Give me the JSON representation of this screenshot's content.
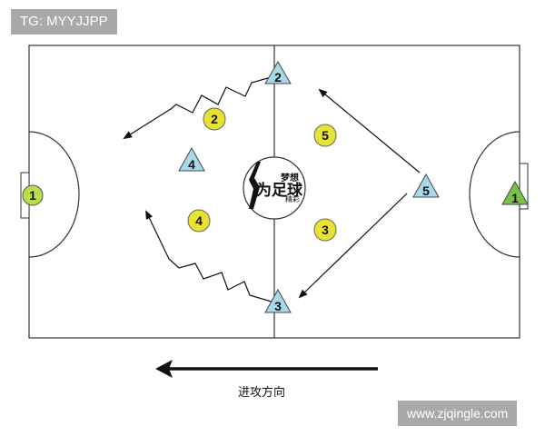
{
  "watermark_top": "TG: MYYJJPP",
  "watermark_bottom": "www.zjqingle.com",
  "direction_label": "进攻方向",
  "logo": {
    "line1": "为足球",
    "line2": "梦想",
    "line3": "精彩"
  },
  "colors": {
    "field_line": "#333333",
    "circle_fill": "#e8e233",
    "triangle_fill": "#a9d9e6",
    "home_keeper_fill": "#b9e04a",
    "away_keeper_fill": "#7cc142"
  },
  "circle_players": [
    "1",
    "2",
    "4",
    "5",
    "3"
  ],
  "triangle_players": [
    "2",
    "4",
    "3",
    "5",
    "1"
  ]
}
